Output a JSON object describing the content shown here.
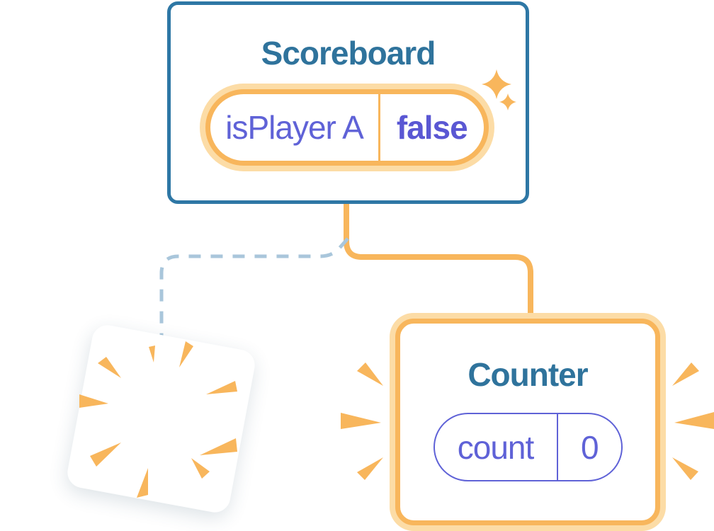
{
  "scoreboard": {
    "title": "Scoreboard",
    "state": {
      "label": "isPlayer A",
      "value": "false"
    }
  },
  "counter": {
    "title": "Counter",
    "state": {
      "label": "count",
      "value": "0"
    }
  },
  "colors": {
    "canvas": "#ffffff",
    "card-bg": "#ffffff",
    "card-border": "#2e77a5",
    "title-text": "#2f739c",
    "orange": "#f8b65c",
    "orange-light": "#fcdca6",
    "indigo": "#5f62d7",
    "indigo-bold": "#5a57d3",
    "dash": "#a9c6db"
  }
}
